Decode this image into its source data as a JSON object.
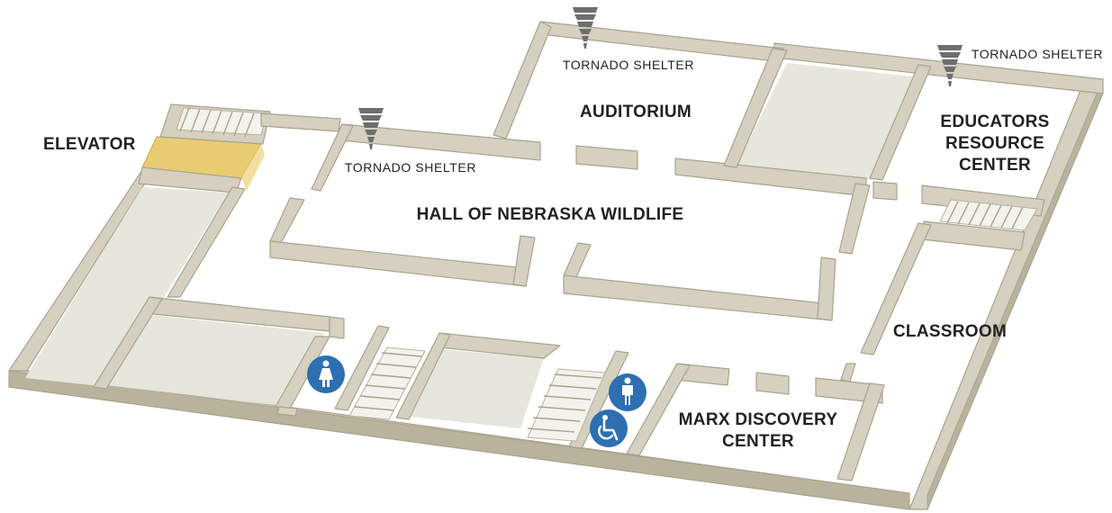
{
  "map": {
    "rooms": {
      "elevator": "ELEVATOR",
      "auditorium": "AUDITORIUM",
      "hall": "HALL OF NEBRASKA WILDLIFE",
      "educators_line1": "EDUCATORS",
      "educators_line2": "RESOURCE",
      "educators_line3": "CENTER",
      "classroom": "CLASSROOM",
      "marx_line1": "MARX DISCOVERY",
      "marx_line2": "CENTER"
    },
    "shelters": {
      "auditorium": "TORNADO SHELTER",
      "educators": "TORNADO SHELTER",
      "hall": "TORNADO SHELTER"
    },
    "icons": {
      "tornado": "tornado-icon",
      "women_restroom": "women-restroom-icon",
      "men_restroom": "men-restroom-icon",
      "accessible": "wheelchair-accessible-icon"
    },
    "colors": {
      "wall": "#d5d0bf",
      "wall_side": "#b9b29c",
      "elevator": "#e9cb72",
      "restroom_icon": "#2d6fb0"
    }
  }
}
